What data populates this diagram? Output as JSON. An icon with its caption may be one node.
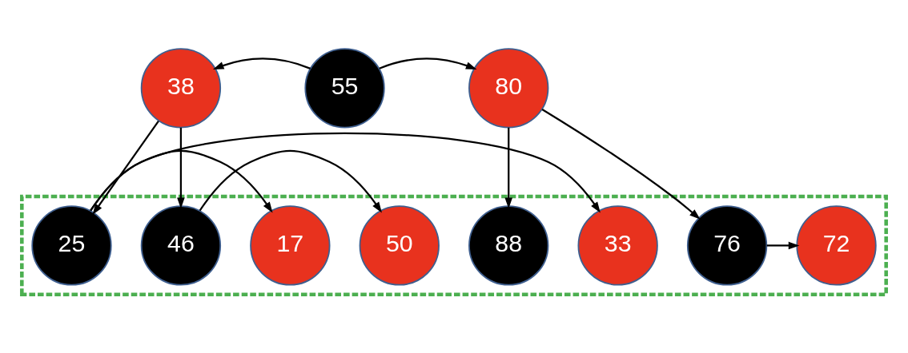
{
  "diagram": {
    "nodes": [
      {
        "text": [
          "38"
        ]
      },
      {
        "text": [
          "55"
        ]
      },
      {
        "text": [
          "80"
        ]
      },
      {
        "text": [],
        "shape": "box"
      },
      {
        "text": [
          "17"
        ],
        "in": 3
      },
      {
        "text": [
          "25"
        ],
        "in": 3
      },
      {
        "text": [
          "33"
        ],
        "in": 3
      },
      {
        "text": [
          "46"
        ],
        "in": 3
      },
      {
        "text": [
          "50"
        ],
        "in": 3
      },
      {
        "text": [
          "72"
        ],
        "in": 3
      },
      {
        "text": [
          "76"
        ],
        "in": 3
      },
      {
        "text": [
          "88"
        ],
        "in": 3
      }
    ],
    "edges": [
      {
        "from": 1,
        "to": 0,
        "arrow": "to"
      },
      {
        "from": 1,
        "to": 2,
        "arrow": "to"
      },
      {
        "from": 0,
        "to": 5,
        "arrow": "to"
      },
      {
        "from": 0,
        "to": 7,
        "arrow": "to"
      },
      {
        "from": 2,
        "to": 10,
        "arrow": "to"
      },
      {
        "from": 2,
        "to": 11,
        "arrow": "to"
      },
      {
        "from": 5,
        "to": 4,
        "arrow": "to"
      },
      {
        "from": 5,
        "to": 6,
        "arrow": "to"
      },
      {
        "from": 7,
        "to": 8,
        "arrow": "to"
      },
      {
        "from": 10,
        "to": 9,
        "arrow": "to"
      }
    ]
  }
}
